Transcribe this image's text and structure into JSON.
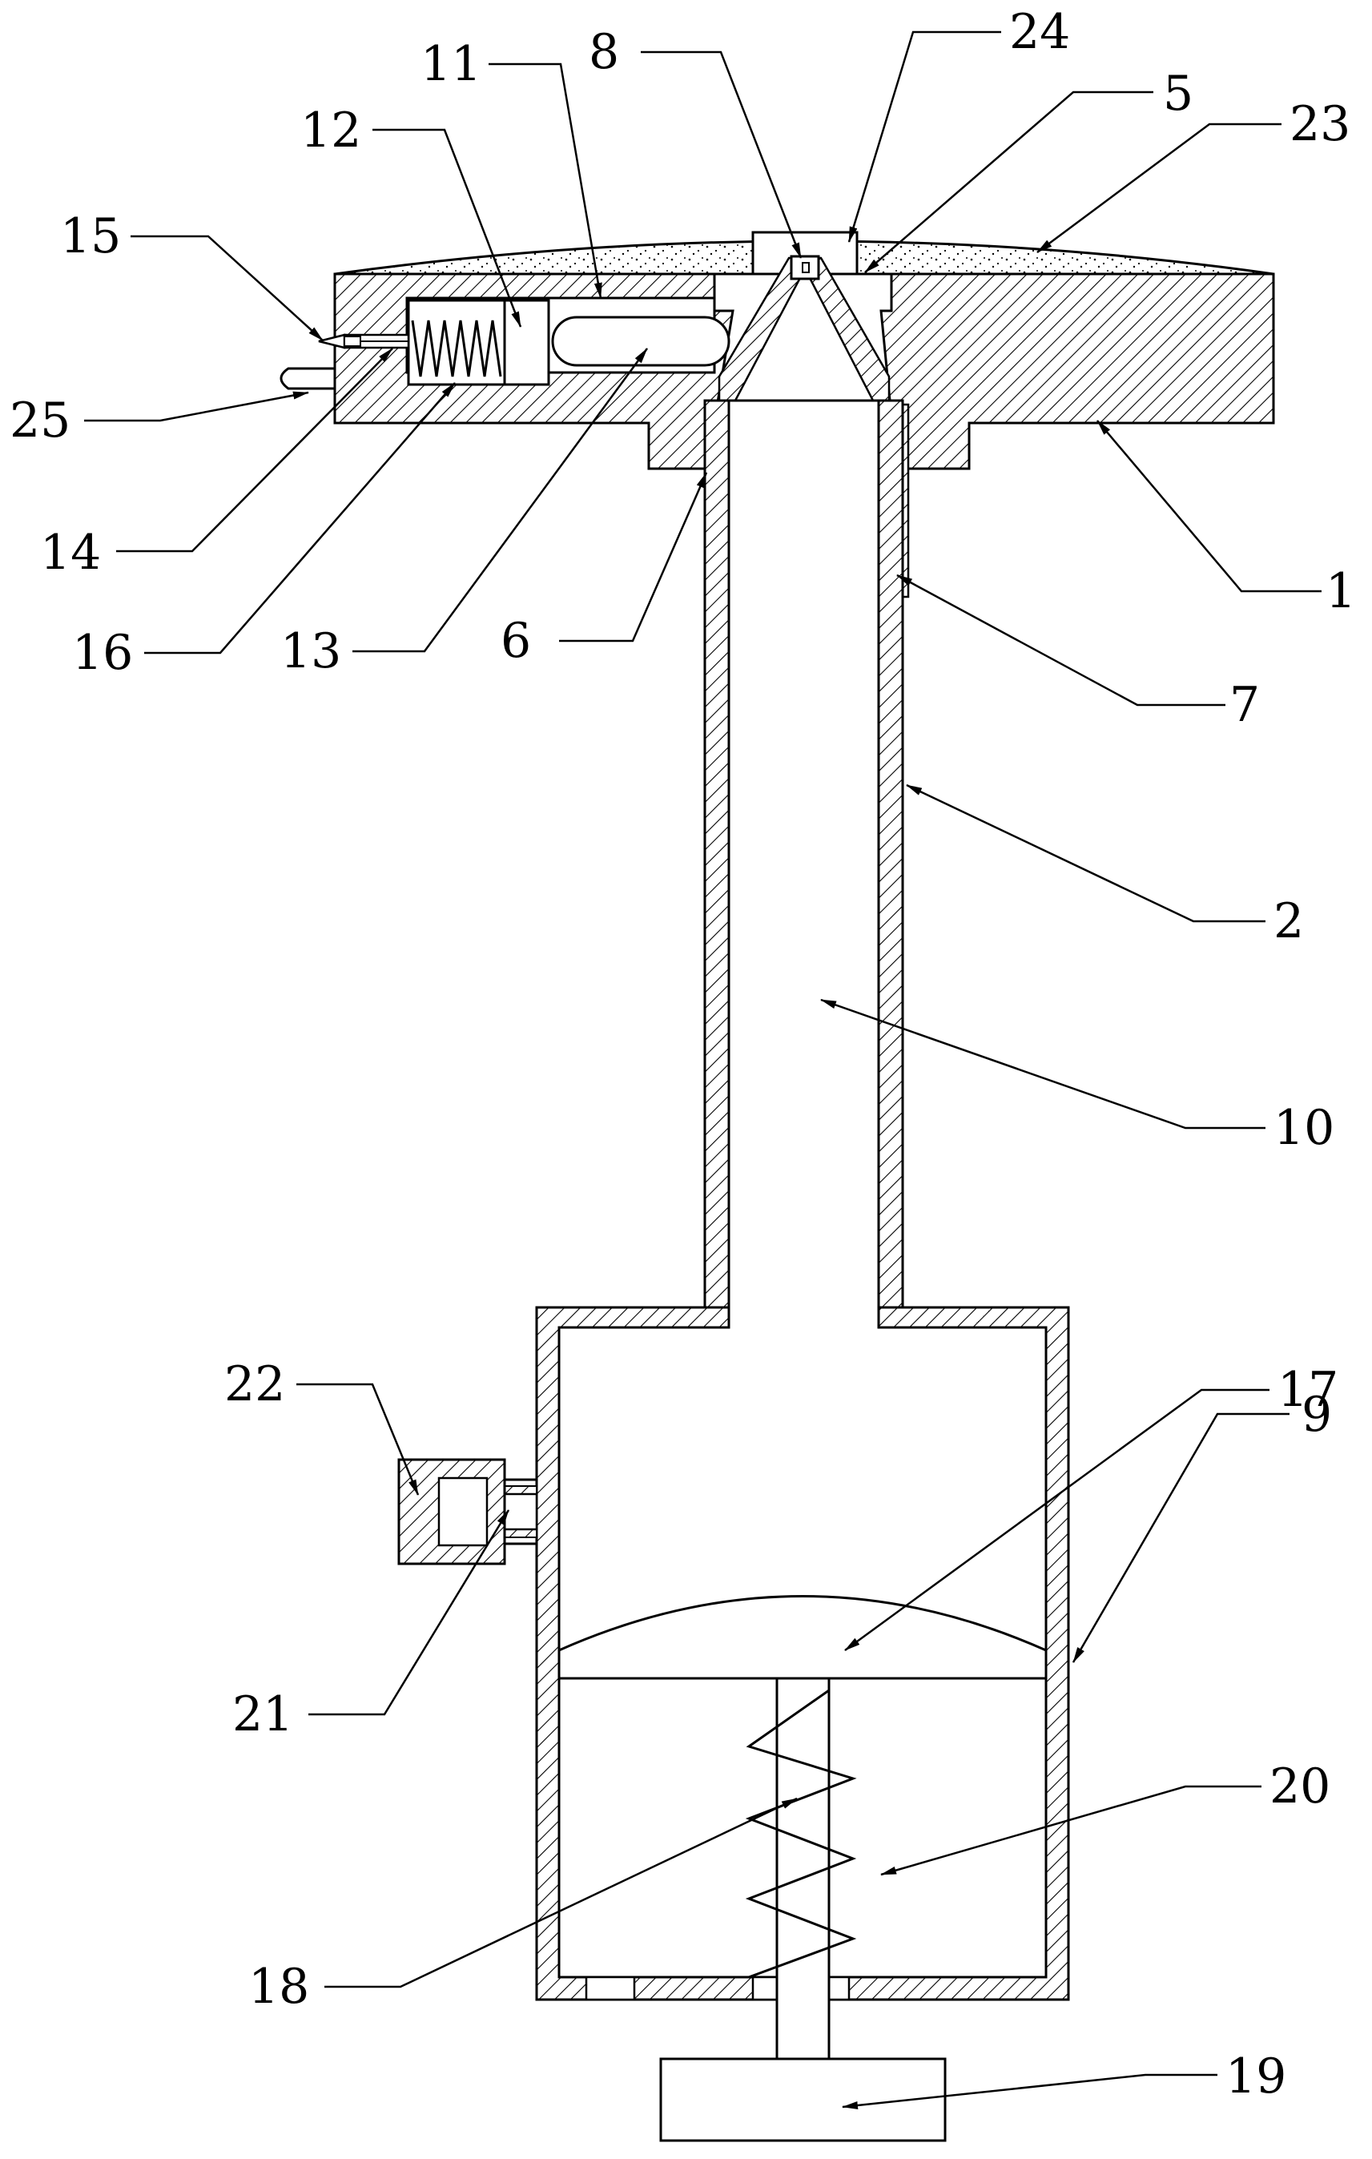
{
  "labels": {
    "l1": "1",
    "l2": "2",
    "l5": "5",
    "l6": "6",
    "l7": "7",
    "l8": "8",
    "l9": "9",
    "l10": "10",
    "l11": "11",
    "l12": "12",
    "l13": "13",
    "l14": "14",
    "l15": "15",
    "l16": "16",
    "l17": "17",
    "l18": "18",
    "l19": "19",
    "l20": "20",
    "l21": "21",
    "l22": "22",
    "l23": "23",
    "l24": "24",
    "l25": "25"
  }
}
